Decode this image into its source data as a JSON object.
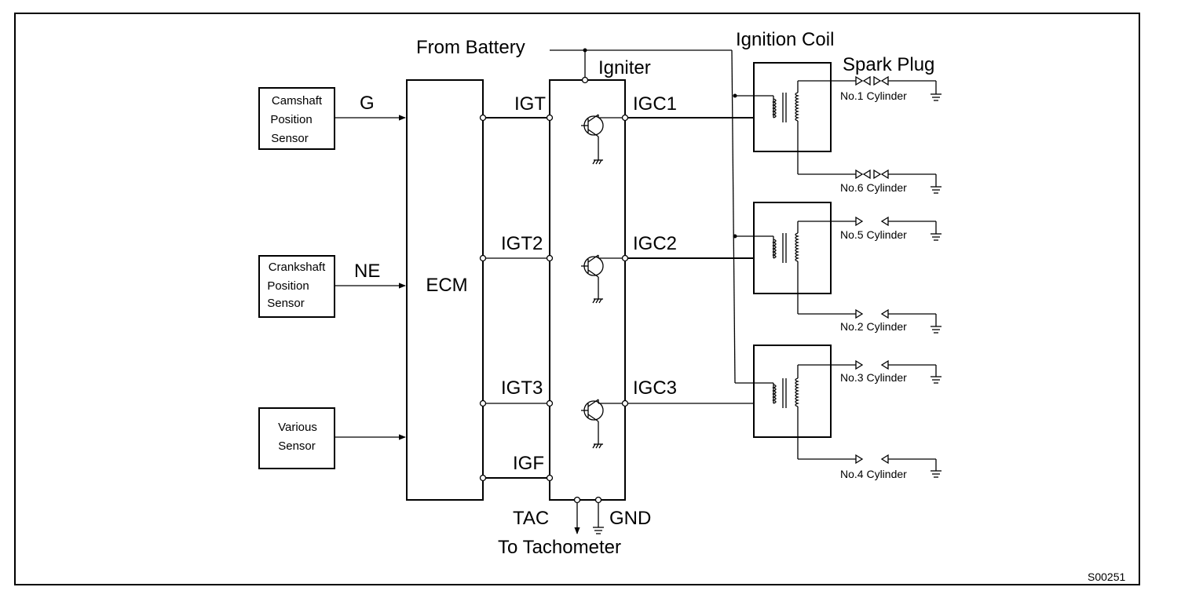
{
  "labels": {
    "from_battery": "From Battery",
    "igniter": "Igniter",
    "ignition_coil": "Ignition Coil",
    "spark_plug": "Spark Plug",
    "ecm": "ECM",
    "figure_id": "S00251"
  },
  "sensors": {
    "camshaft": [
      "Camshaft",
      "Position",
      "Sensor"
    ],
    "crankshaft": [
      "Crankshaft",
      "Position",
      "Sensor"
    ],
    "various": [
      "Various",
      "Sensor"
    ]
  },
  "signals": {
    "g": "G",
    "ne": "NE",
    "igt": "IGT",
    "igt2": "IGT2",
    "igt3": "IGT3",
    "igf": "IGF",
    "igc1": "IGC1",
    "igc2": "IGC2",
    "igc3": "IGC3",
    "tac": "TAC",
    "gnd": "GND",
    "to_tachometer": "To Tachometer"
  },
  "cylinders": {
    "no1": "No.1 Cylinder",
    "no6": "No.6 Cylinder",
    "no5": "No.5 Cylinder",
    "no2": "No.2 Cylinder",
    "no3": "No.3 Cylinder",
    "no4": "No.4 Cylinder"
  }
}
